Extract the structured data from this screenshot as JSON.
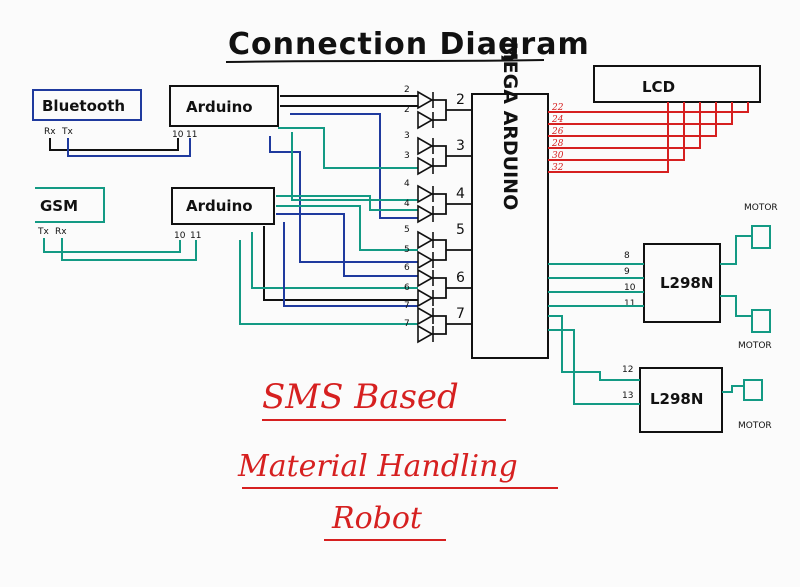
{
  "diagram": {
    "title": "Connection Diagram",
    "modules": {
      "bluetooth": {
        "label": "Bluetooth",
        "pins": [
          "Rx",
          "Tx"
        ]
      },
      "arduino_top": {
        "label": "Arduino",
        "pins": [
          "10",
          "11"
        ]
      },
      "gsm": {
        "label": "GSM",
        "pins": [
          "Tx",
          "Rx"
        ]
      },
      "arduino_bottom": {
        "label": "Arduino",
        "pins": [
          "10",
          "11"
        ]
      },
      "lcd": {
        "label": "LCD"
      },
      "mega": {
        "label": "MEGA ARDUINO"
      },
      "driver_1": {
        "label": "L298N",
        "pins": [
          "8",
          "9",
          "10",
          "11"
        ]
      },
      "driver_2": {
        "label": "L298N",
        "pins": [
          "12",
          "13"
        ]
      }
    },
    "diode_pin_labels": [
      "2",
      "2",
      "3",
      "3",
      "4",
      "4",
      "5",
      "5",
      "6",
      "6",
      "7",
      "7"
    ],
    "mega_pin_labels": [
      "2",
      "3",
      "4",
      "5",
      "6",
      "7"
    ],
    "lcd_pin_labels": [
      "22",
      "24",
      "26",
      "28",
      "30",
      "32"
    ],
    "motor_labels": [
      "MOTOR",
      "MOTOR",
      "MOTOR"
    ],
    "project_title": {
      "line1": "SMS Based",
      "line2": "Material Handling",
      "line3": "Robot"
    },
    "colors": {
      "ink": "#111111",
      "blue": "#1f3a9e",
      "teal": "#139a84",
      "red": "#d62020"
    }
  }
}
